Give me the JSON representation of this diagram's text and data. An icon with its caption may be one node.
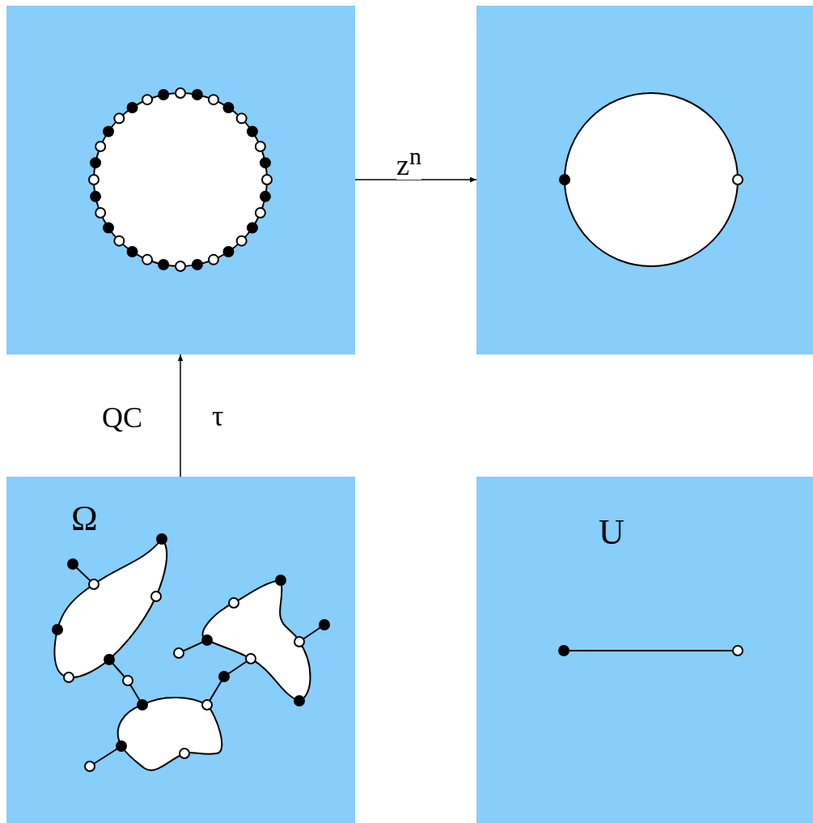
{
  "diagram": {
    "nodes": [
      {
        "text": [],
        "shape": "picture"
      },
      {
        "text": [],
        "shape": "picture"
      },
      {
        "text": [
          "Ω"
        ]
      },
      {
        "text": [
          "U"
        ]
      }
    ],
    "edges": [
      {
        "from": 2,
        "to": 0,
        "arrow": "to",
        "label": "τ"
      },
      {
        "from": 0,
        "to": 1,
        "arrow": "to",
        "label": "z$^{n}$"
      }
    ],
    "labels": [
      "QC"
    ]
  }
}
